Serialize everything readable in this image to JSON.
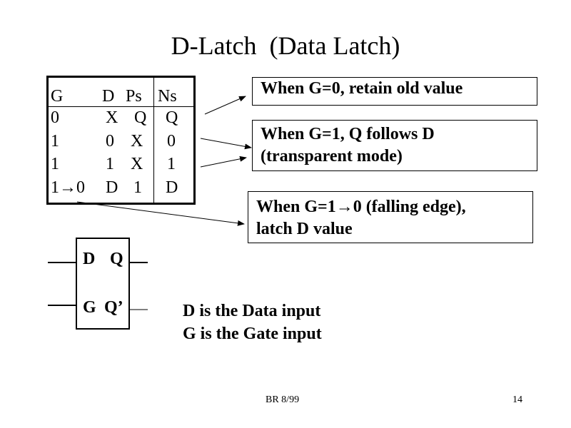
{
  "title": "D-Latch  (Data Latch)",
  "truth_table": {
    "headers": [
      "G",
      "D",
      "Ps",
      "Ns"
    ],
    "rows": [
      [
        "0",
        "X",
        "Q",
        "Q"
      ],
      [
        "1",
        "0",
        "X",
        "0"
      ],
      [
        "1",
        "1",
        "X",
        "1"
      ],
      [
        "1→0",
        "D",
        "1",
        "D"
      ]
    ]
  },
  "callouts": [
    {
      "lines": [
        "When G=0, retain old value"
      ]
    },
    {
      "lines": [
        "When G=1, Q follows D",
        "(transparent mode)"
      ]
    },
    {
      "lines": [
        "When G=1→0 (falling edge),",
        "latch D value"
      ]
    }
  ],
  "latch_symbol": {
    "inputs": [
      "D",
      "G"
    ],
    "outputs": [
      "Q",
      "Q’"
    ]
  },
  "notes": [
    "D is the Data input",
    "G is the Gate input"
  ],
  "footer": {
    "left": "BR 8/99",
    "page_number": "14"
  },
  "icons": {
    "arrow": "arrow-icon"
  }
}
